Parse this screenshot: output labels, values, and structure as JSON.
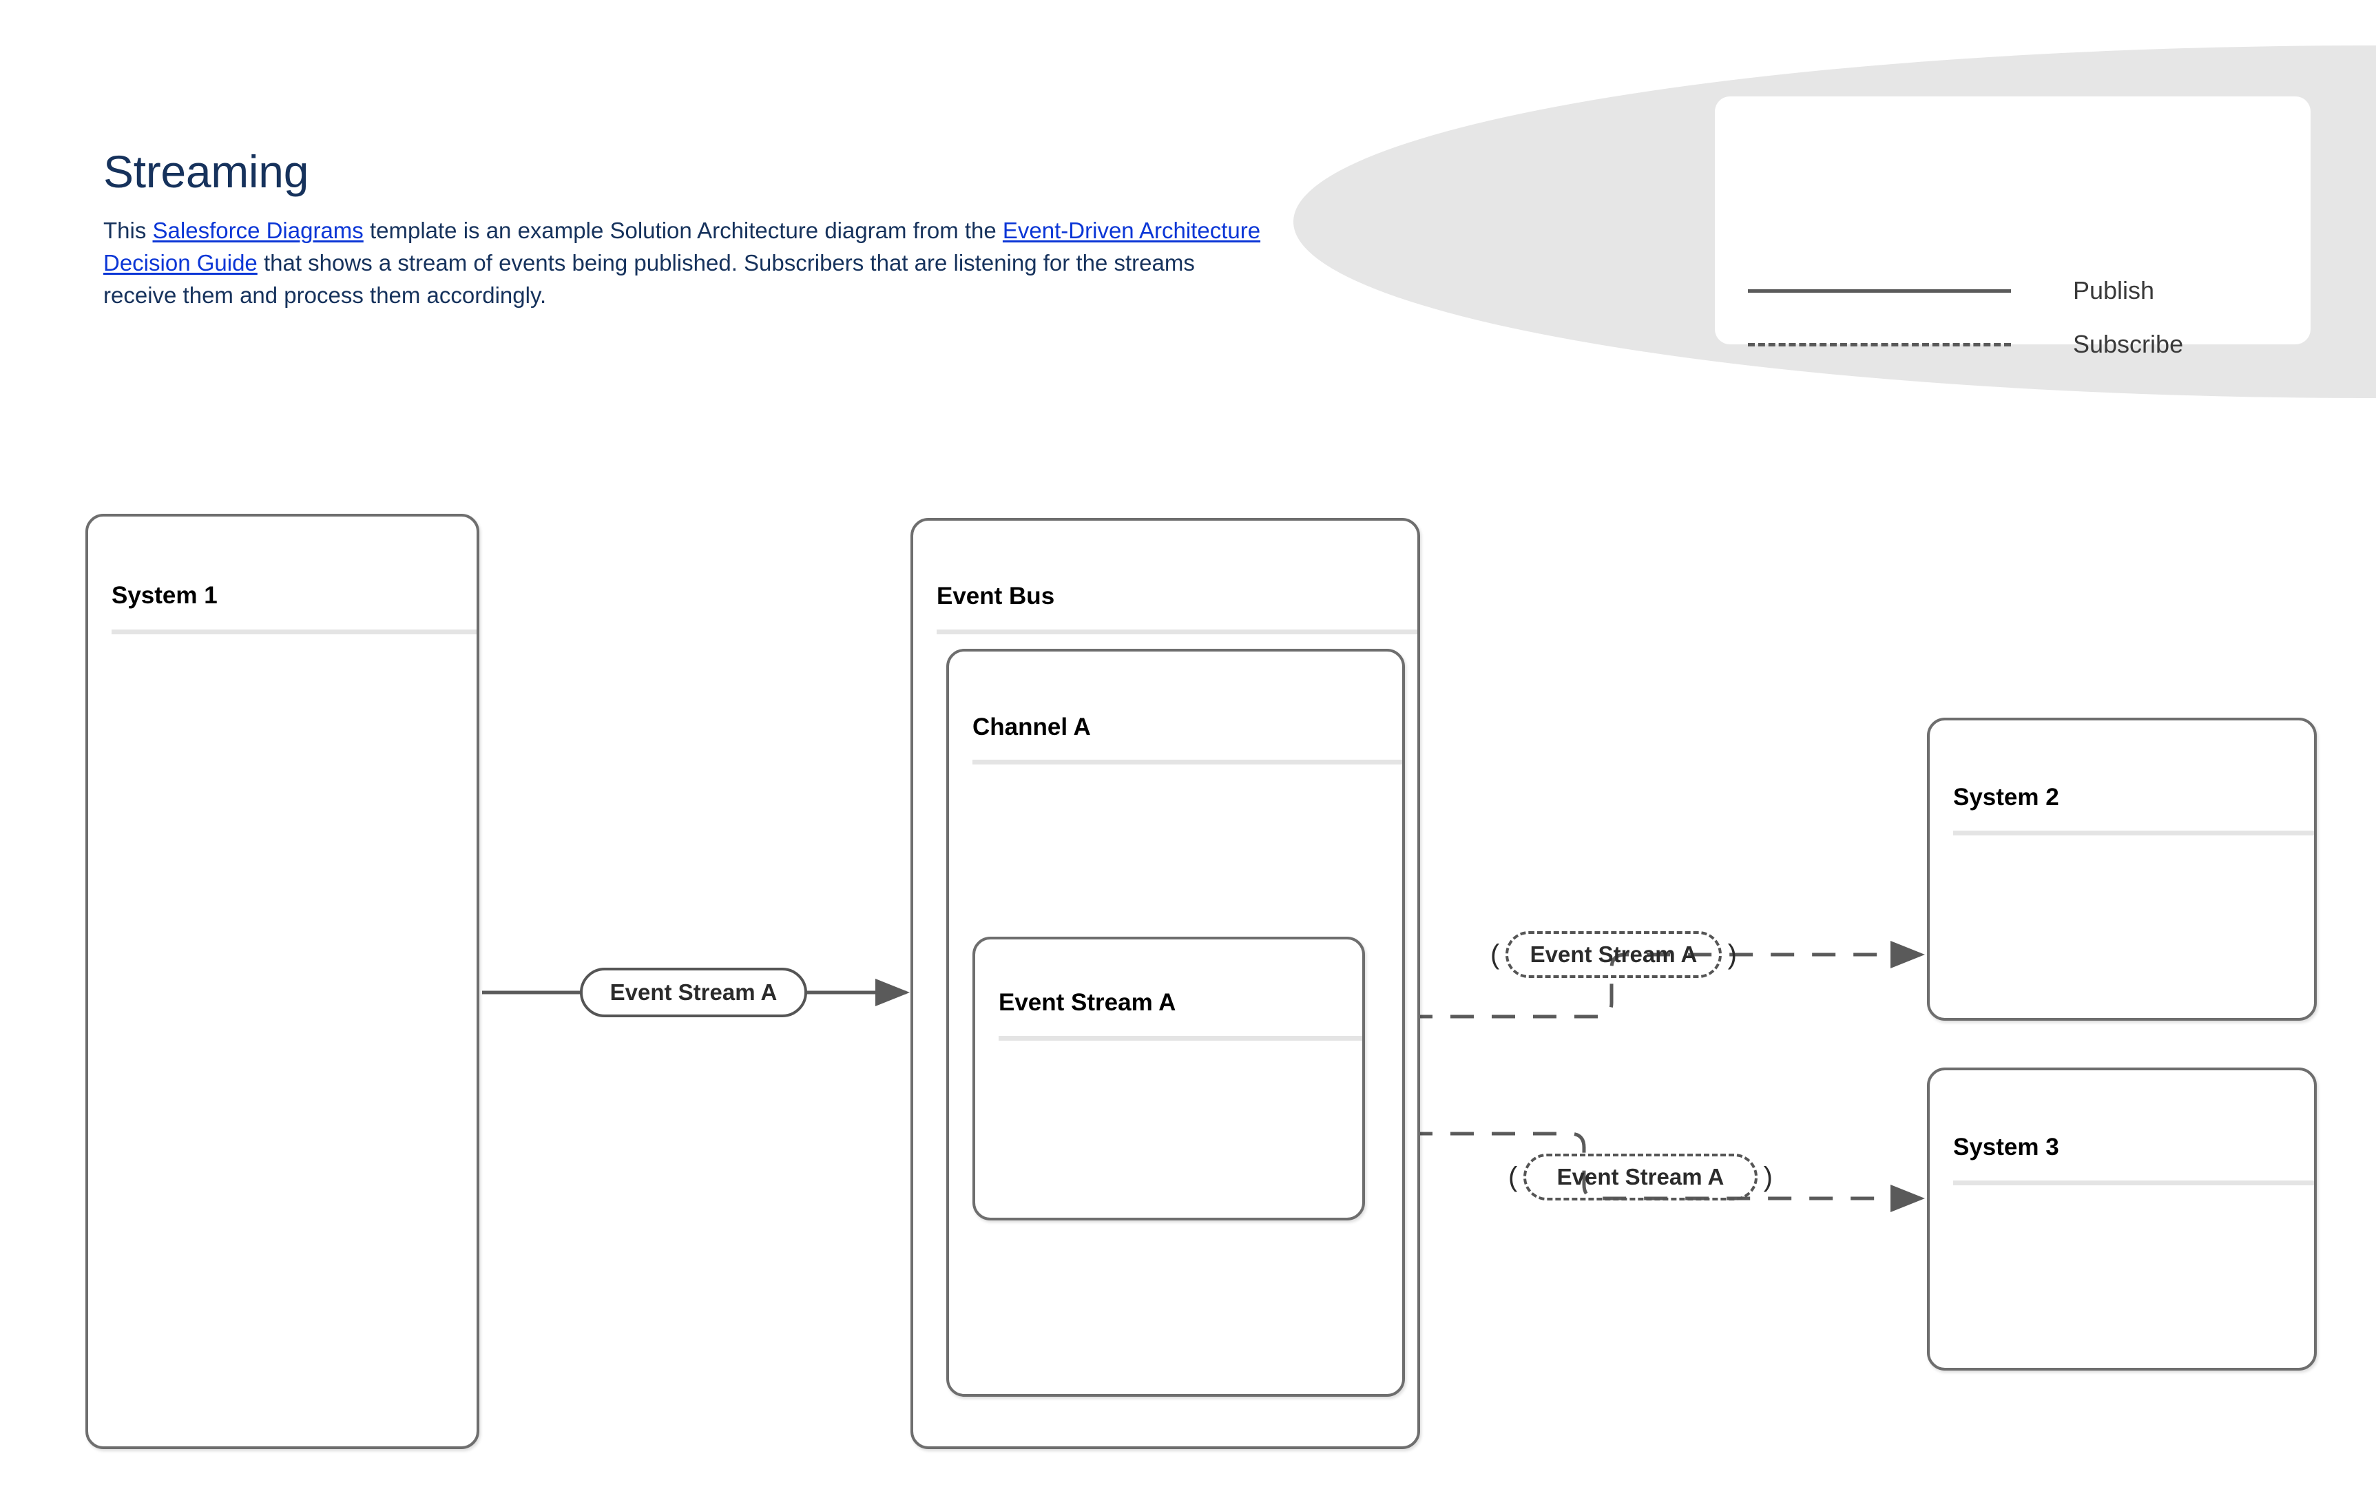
{
  "header": {
    "title": "Streaming",
    "paragraph": {
      "segments": [
        {
          "type": "text",
          "value": "This "
        },
        {
          "type": "link",
          "value": "Salesforce Diagrams"
        },
        {
          "type": "text",
          "value": " template is an example Solution Architecture diagram from the "
        },
        {
          "type": "link",
          "value": "Event-Driven Architecture Decision Guide"
        },
        {
          "type": "text",
          "value": " that shows a stream of events being published. Subscribers that are listening for the streams receive them and process them accordingly."
        }
      ],
      "full_text": "This Salesforce Diagrams template is an example Solution Architecture diagram from the Event-Driven Architecture Decision Guide that shows a stream of events being published. Subscribers that are listening for the streams receive them and process them accordingly."
    }
  },
  "legend": {
    "items": [
      {
        "style": "solid",
        "label": "Publish"
      },
      {
        "style": "dashed",
        "label": "Subscribe"
      }
    ],
    "band_color": "#e6e6e6",
    "card_color": "#ffffff",
    "line_color": "#5a5a5a"
  },
  "nodes": {
    "system_1": {
      "title": "System 1"
    },
    "event_bus": {
      "title": "Event Bus"
    },
    "channel_a": {
      "title": "Channel A"
    },
    "event_stream_a": {
      "title": "Event Stream A"
    },
    "system_2": {
      "title": "System 2"
    },
    "system_3": {
      "title": "System 3"
    }
  },
  "edges": {
    "publish_a": {
      "label": "Event Stream A",
      "style": "solid",
      "from": "System 1",
      "to": "Event Bus"
    },
    "subscribe_s2": {
      "label": "Event Stream A",
      "style": "dashed",
      "from": "Event Stream A",
      "to": "System 2"
    },
    "subscribe_s3": {
      "label": "Event Stream A",
      "style": "dashed",
      "from": "Event Stream A",
      "to": "System 3"
    }
  },
  "colors": {
    "title": "#16325c",
    "body": "#16325c",
    "link": "#0b36d6",
    "node_border": "#6e6e6e",
    "node_rule": "#e4e4e4",
    "edge": "#555555"
  },
  "parens": {
    "left": "(",
    "right": ")"
  }
}
